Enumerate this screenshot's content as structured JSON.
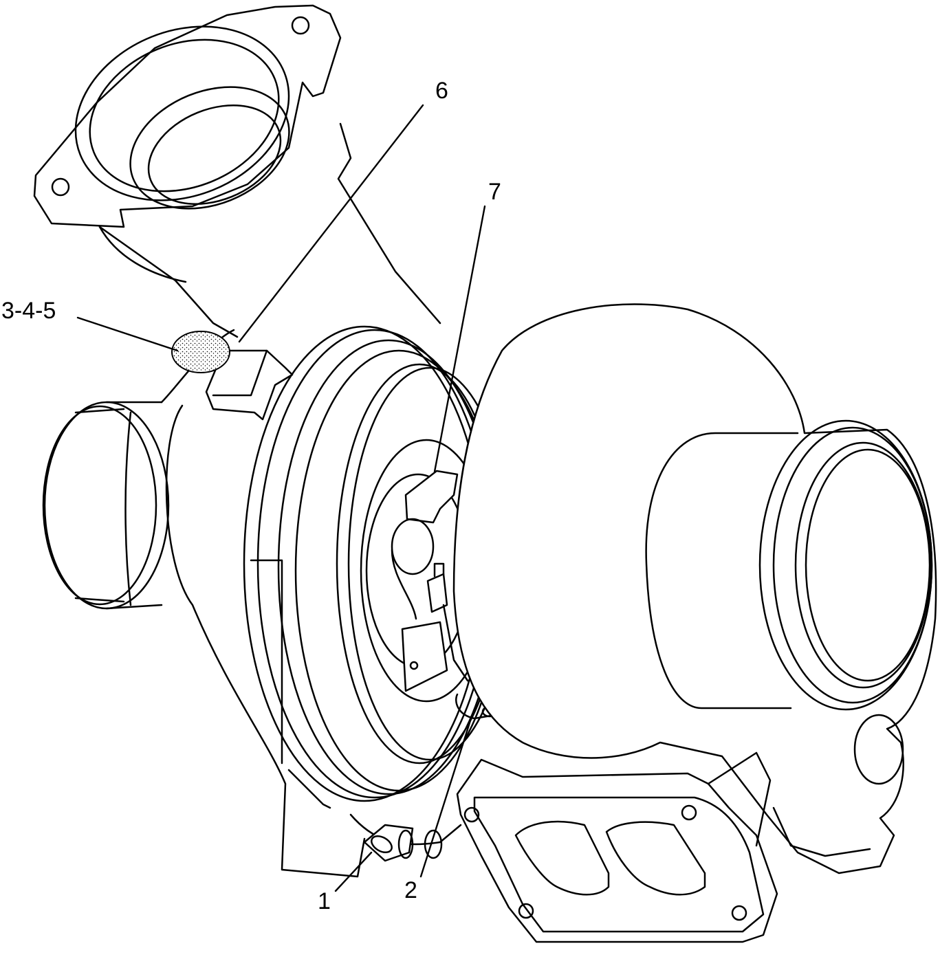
{
  "callouts": {
    "c1": "1",
    "c2": "2",
    "c345": "3-4-5",
    "c6": "6",
    "c7": "7"
  }
}
